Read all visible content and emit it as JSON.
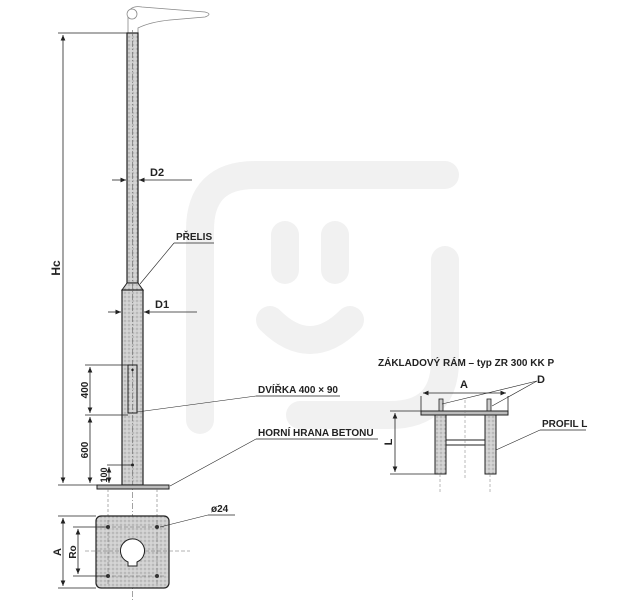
{
  "labels": {
    "hc": "Hc",
    "d2": "D2",
    "prelis": "PŘELIS",
    "d1": "D1",
    "dim_400": "400",
    "dim_600": "600",
    "dim_100": "100",
    "door": "DVÍŘKA 400 × 90",
    "concrete_edge": "HORNÍ HRANA BETONU",
    "hole": "ø24",
    "plan_a": "A",
    "plan_ro": "Ro"
  },
  "frame": {
    "title": "ZÁKLADOVÝ RÁM – typ ZR 300 KK P",
    "a": "A",
    "d": "D",
    "l": "L",
    "profile": "PROFIL L"
  },
  "colors": {
    "line": "#222222",
    "fill": "#c9c9c9",
    "watermark": "#efefef"
  }
}
